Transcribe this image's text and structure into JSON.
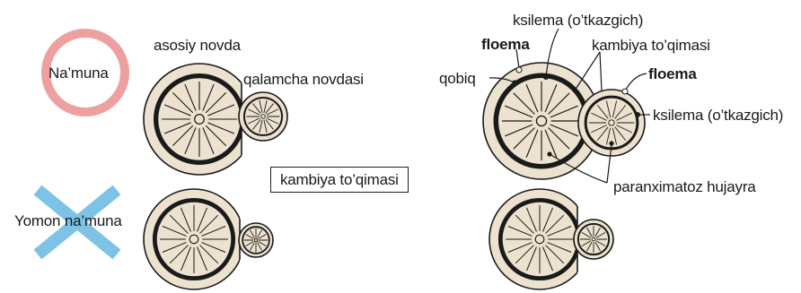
{
  "good": {
    "badge": "Na’muna",
    "badge_color": "#ee9fa0",
    "rootstock_label": "asosiy novda",
    "scion_label": "qalamcha novdasi",
    "center_box": "kambiya to’qimasi"
  },
  "bad": {
    "badge": "Yomon na’muna",
    "cross_color": "#7ec3e6"
  },
  "anatomy": {
    "xylem_top": "ksilema (o’tkazgich)",
    "phloem_left": "floema",
    "cambium": "kambiya to’qimasi",
    "bark": "qobiq",
    "phloem_right": "floema",
    "xylem_right": "ksilema (o’tkazgich)",
    "parenchyma": "paranximatoz hujayra"
  },
  "colors": {
    "wood_fill": "#ece2cf",
    "outline": "#1a1a1a",
    "background": "#ffffff"
  }
}
